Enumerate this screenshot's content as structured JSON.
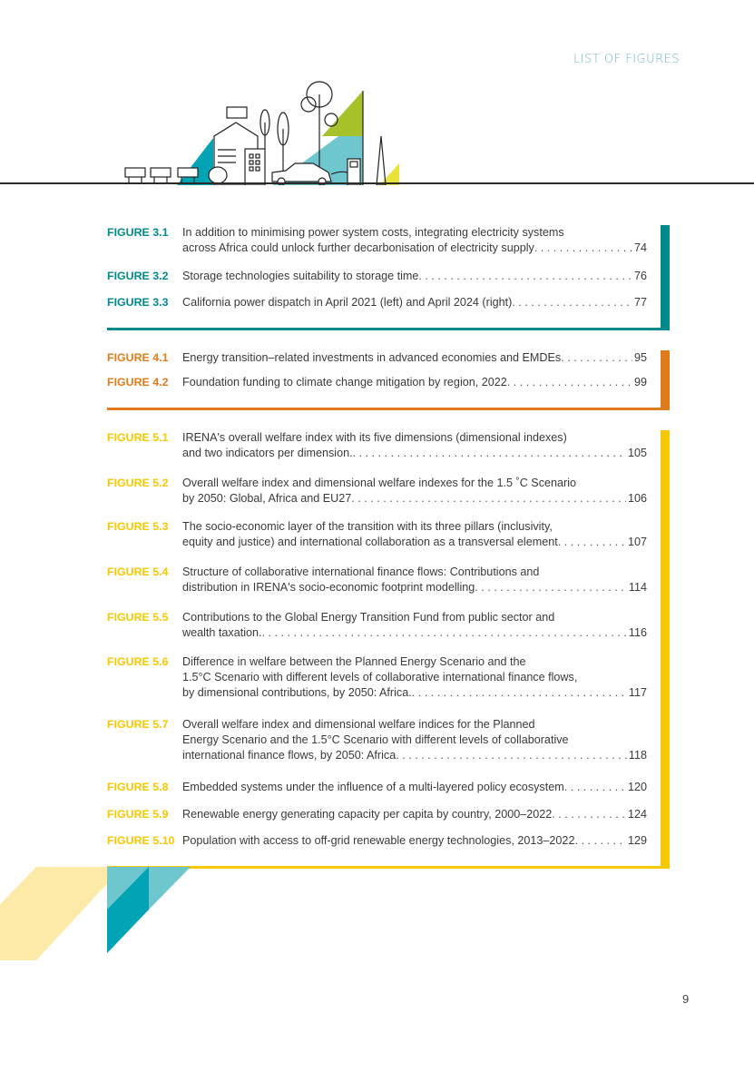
{
  "header": {
    "section_label": "LIST OF FIGURES"
  },
  "colors": {
    "chapter3": "#00898f",
    "chapter4": "#e07b1a",
    "chapter5": "#f5c800",
    "header_label": "#6fb6c6",
    "page_rule": "#2a2a2a"
  },
  "sections": [
    {
      "chapter": "3",
      "entries": [
        {
          "label": "FIGURE 3.1",
          "lines": [
            "In addition to minimising power system costs, integrating electricity systems",
            "across Africa could unlock further decarbonisation of electricity supply"
          ],
          "page": "74"
        },
        {
          "label": "FIGURE 3.2",
          "lines": [
            "Storage technologies suitability to storage time"
          ],
          "page": "76"
        },
        {
          "label": "FIGURE 3.3",
          "lines": [
            "California power dispatch in April 2021 (left) and April 2024 (right)"
          ],
          "page": "77"
        }
      ]
    },
    {
      "chapter": "4",
      "entries": [
        {
          "label": "FIGURE 4.1",
          "lines": [
            "Energy transition–related investments in advanced economies and EMDEs"
          ],
          "page": "95"
        },
        {
          "label": "FIGURE 4.2",
          "lines": [
            "Foundation funding to climate change mitigation by region, 2022"
          ],
          "page": "99"
        }
      ]
    },
    {
      "chapter": "5",
      "entries": [
        {
          "label": "FIGURE 5.1",
          "lines": [
            "IRENA's overall welfare index with its five dimensions (dimensional indexes)",
            "and two indicators per dimension."
          ],
          "page": "105"
        },
        {
          "label": "FIGURE 5.2",
          "lines": [
            "Overall welfare index and dimensional welfare indexes for the 1.5 ˚C Scenario",
            "by 2050: Global, Africa and EU27"
          ],
          "page": "106"
        },
        {
          "label": "FIGURE 5.3",
          "lines": [
            "The socio-economic layer of the transition with its three pillars (inclusivity,",
            "equity and justice) and international collaboration as a transversal element"
          ],
          "page": "107"
        },
        {
          "label": "FIGURE 5.4",
          "lines": [
            "Structure of collaborative international finance flows: Contributions and",
            "distribution in IRENA's socio-economic footprint modelling"
          ],
          "page": "114"
        },
        {
          "label": "FIGURE 5.5",
          "lines": [
            "Contributions to the Global Energy Transition Fund from public sector and",
            "wealth taxation."
          ],
          "page": "116"
        },
        {
          "label": "FIGURE 5.6",
          "lines": [
            "Difference in welfare between the Planned Energy Scenario and the",
            "1.5°C Scenario with different levels of collaborative international finance flows,",
            "by dimensional contributions, by 2050: Africa."
          ],
          "page": "117"
        },
        {
          "label": "FIGURE 5.7",
          "lines": [
            "Overall welfare index and dimensional welfare indices for the Planned",
            "Energy Scenario and the 1.5°C Scenario with different levels of collaborative",
            "international finance flows, by 2050: Africa"
          ],
          "page": "118"
        },
        {
          "label": "FIGURE 5.8",
          "lines": [
            "Embedded systems under the influence of a multi-layered policy ecosystem"
          ],
          "page": "120"
        },
        {
          "label": "FIGURE 5.9",
          "lines": [
            "Renewable energy generating capacity per capita by country, 2000–2022"
          ],
          "page": "124"
        },
        {
          "label": "FIGURE 5.10",
          "lines": [
            "Population with access to off-grid renewable energy technologies, 2013–2022"
          ],
          "page": "129"
        }
      ]
    }
  ],
  "footer": {
    "page_number": "9"
  }
}
